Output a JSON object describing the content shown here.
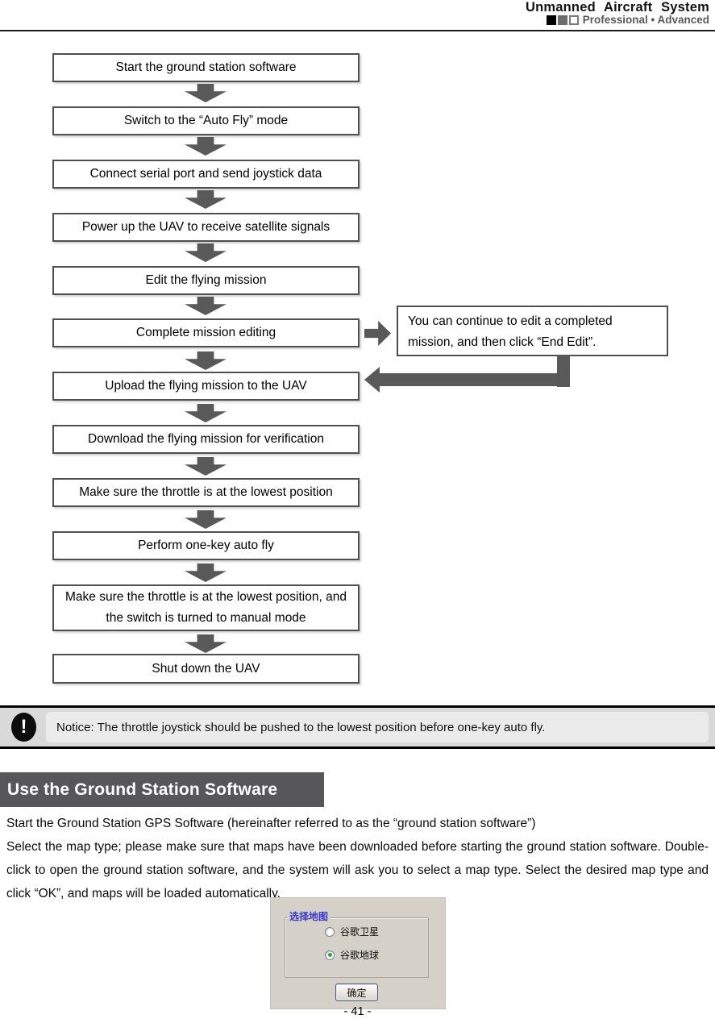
{
  "header": {
    "title": "Unmanned Aircraft System",
    "subtitle": "Professional • Advanced"
  },
  "flowchart": {
    "steps": [
      "Start the ground station software",
      "Switch to the “Auto Fly” mode",
      "Connect serial port and send joystick data",
      "Power up the UAV to receive satellite signals",
      "Edit the flying mission",
      "Complete mission editing",
      "Upload the flying mission to the UAV",
      "Download the flying mission for verification",
      "Make sure the throttle is at the lowest position",
      "Perform one-key auto fly",
      "Make sure the throttle is at the lowest position, and the switch is turned to manual mode",
      "Shut down the UAV"
    ],
    "note": "You can continue to edit a completed mission, and then click “End Edit”."
  },
  "notice": {
    "icon_glyph": "!",
    "text": "Notice: The throttle joystick should be pushed to the lowest position before one-key auto fly."
  },
  "section": {
    "heading": "Use the Ground Station Software"
  },
  "body": {
    "line1": "Start the Ground Station GPS Software (hereinafter referred to as the “ground station software”)",
    "paragraph": "Select the map type; please make sure that maps have been downloaded before starting the ground station software. Double-click to open the ground station software, and the system will ask you to select a map type. Select the desired map type and click “OK”, and maps will be loaded automatically."
  },
  "dialog": {
    "group_label": "选择地图",
    "options": [
      {
        "label": "谷歌卫星",
        "selected": false
      },
      {
        "label": "谷歌地球",
        "selected": true
      }
    ],
    "ok_label": "确定"
  },
  "footer": {
    "page_number": "- 41 -"
  },
  "colors": {
    "flow_border": "#4f4f4f",
    "arrow_gray": "#595959",
    "heading_bar": "#57575a",
    "notice_band": "#d9d9d9",
    "dialog_bg": "#d5d1c9",
    "group_label_blue": "#3a3acc",
    "radio_dot_green": "#2fa32f"
  }
}
